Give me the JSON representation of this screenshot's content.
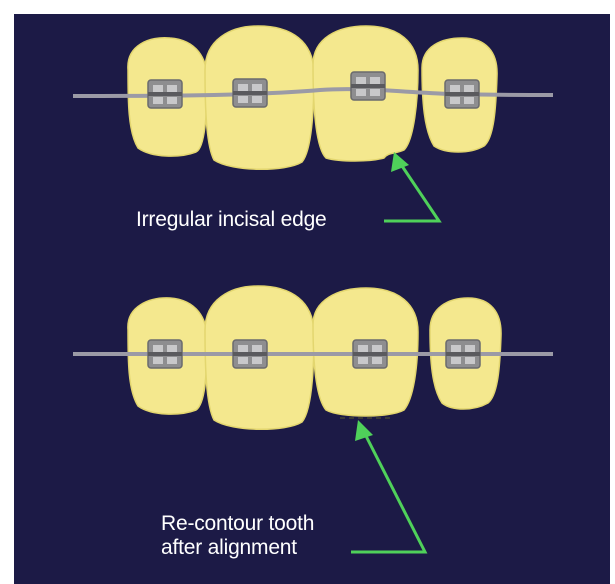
{
  "colors": {
    "background": "#1c1a46",
    "tooth_fill": "#f4e88e",
    "tooth_stroke": "#e3d66f",
    "wire": "#9b9aa6",
    "bracket": "#8e8e90",
    "bracket_dark": "#5a5a5e",
    "arrow": "#4fd15a",
    "text": "#ffffff"
  },
  "labels": {
    "top_caption": "Irregular incisal edge",
    "bottom_caption_line1": "Re-contour tooth",
    "bottom_caption_line2": "after alignment"
  }
}
